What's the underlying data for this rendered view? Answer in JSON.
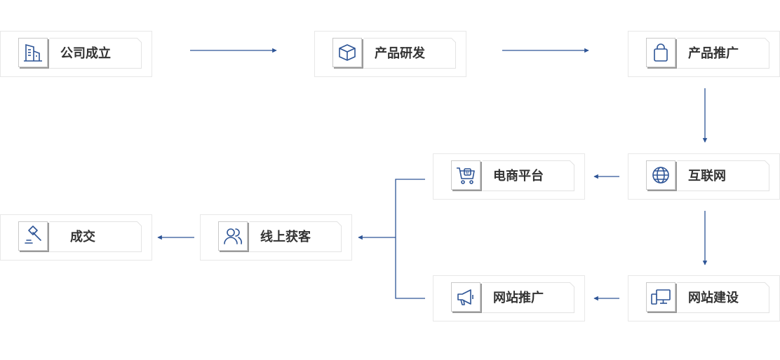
{
  "accent_color": "#2d5496",
  "nodes": [
    {
      "id": "company-founded",
      "label": "公司成立",
      "icon": "building-icon"
    },
    {
      "id": "product-rd",
      "label": "产品研发",
      "icon": "box-icon"
    },
    {
      "id": "product-promo",
      "label": "产品推广",
      "icon": "shopping-bag-icon"
    },
    {
      "id": "internet",
      "label": "互联网",
      "icon": "globe-icon"
    },
    {
      "id": "ecommerce",
      "label": "电商平台",
      "icon": "shopping-cart-icon"
    },
    {
      "id": "website-build",
      "label": "网站建设",
      "icon": "devices-icon"
    },
    {
      "id": "website-promo",
      "label": "网站推广",
      "icon": "megaphone-icon"
    },
    {
      "id": "online-acquisition",
      "label": "线上获客",
      "icon": "users-icon"
    },
    {
      "id": "deal",
      "label": "成交",
      "icon": "gavel-icon"
    }
  ]
}
